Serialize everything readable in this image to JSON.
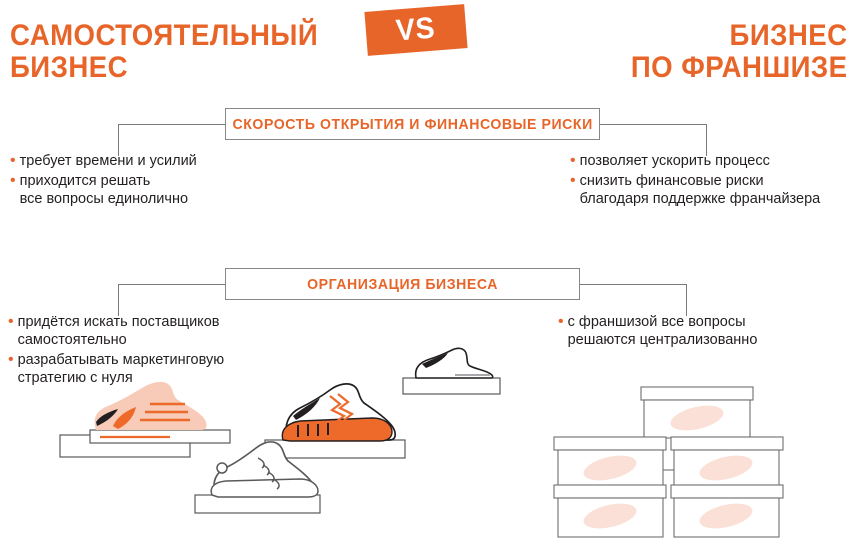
{
  "headers": {
    "left": "САМОСТОЯТЕЛЬНЫЙ\nБИЗНЕС",
    "right": "БИЗНЕС\nПО ФРАНШИЗЕ",
    "vs": "VS"
  },
  "colors": {
    "accent": "#E8652A",
    "text": "#231f20",
    "line": "#7a7a7a",
    "box_border": "#888888",
    "box_label": "#FAE0D6",
    "shoe_pink": "#F7CBB8",
    "shoe_orange": "#EE6A2B"
  },
  "sections": [
    {
      "title": "СКОРОСТЬ ОТКРЫТИЯ И ФИНАНСОВЫЕ РИСКИ",
      "left_bullets": [
        "требует времени и усилий",
        "приходится решать\nвсе вопросы единолично"
      ],
      "right_bullets": [
        "позволяет ускорить процесс",
        "снизить финансовые риски\nблагодаря поддержке франчайзера"
      ]
    },
    {
      "title": "ОРГАНИЗАЦИЯ БИЗНЕСА",
      "left_bullets": [
        "придётся искать поставщиков\nсамостоятельно",
        "разрабатывать маркетинговую\nстратегию с нуля"
      ],
      "right_bullets": [
        "с франшизой все вопросы\nрешаются централизованно"
      ]
    }
  ],
  "illustrations": {
    "left_scene": "four-sneakers-on-display-stands",
    "right_scene": "five-stacked-shoe-boxes",
    "shoe_count": 4,
    "box_count": 5
  }
}
